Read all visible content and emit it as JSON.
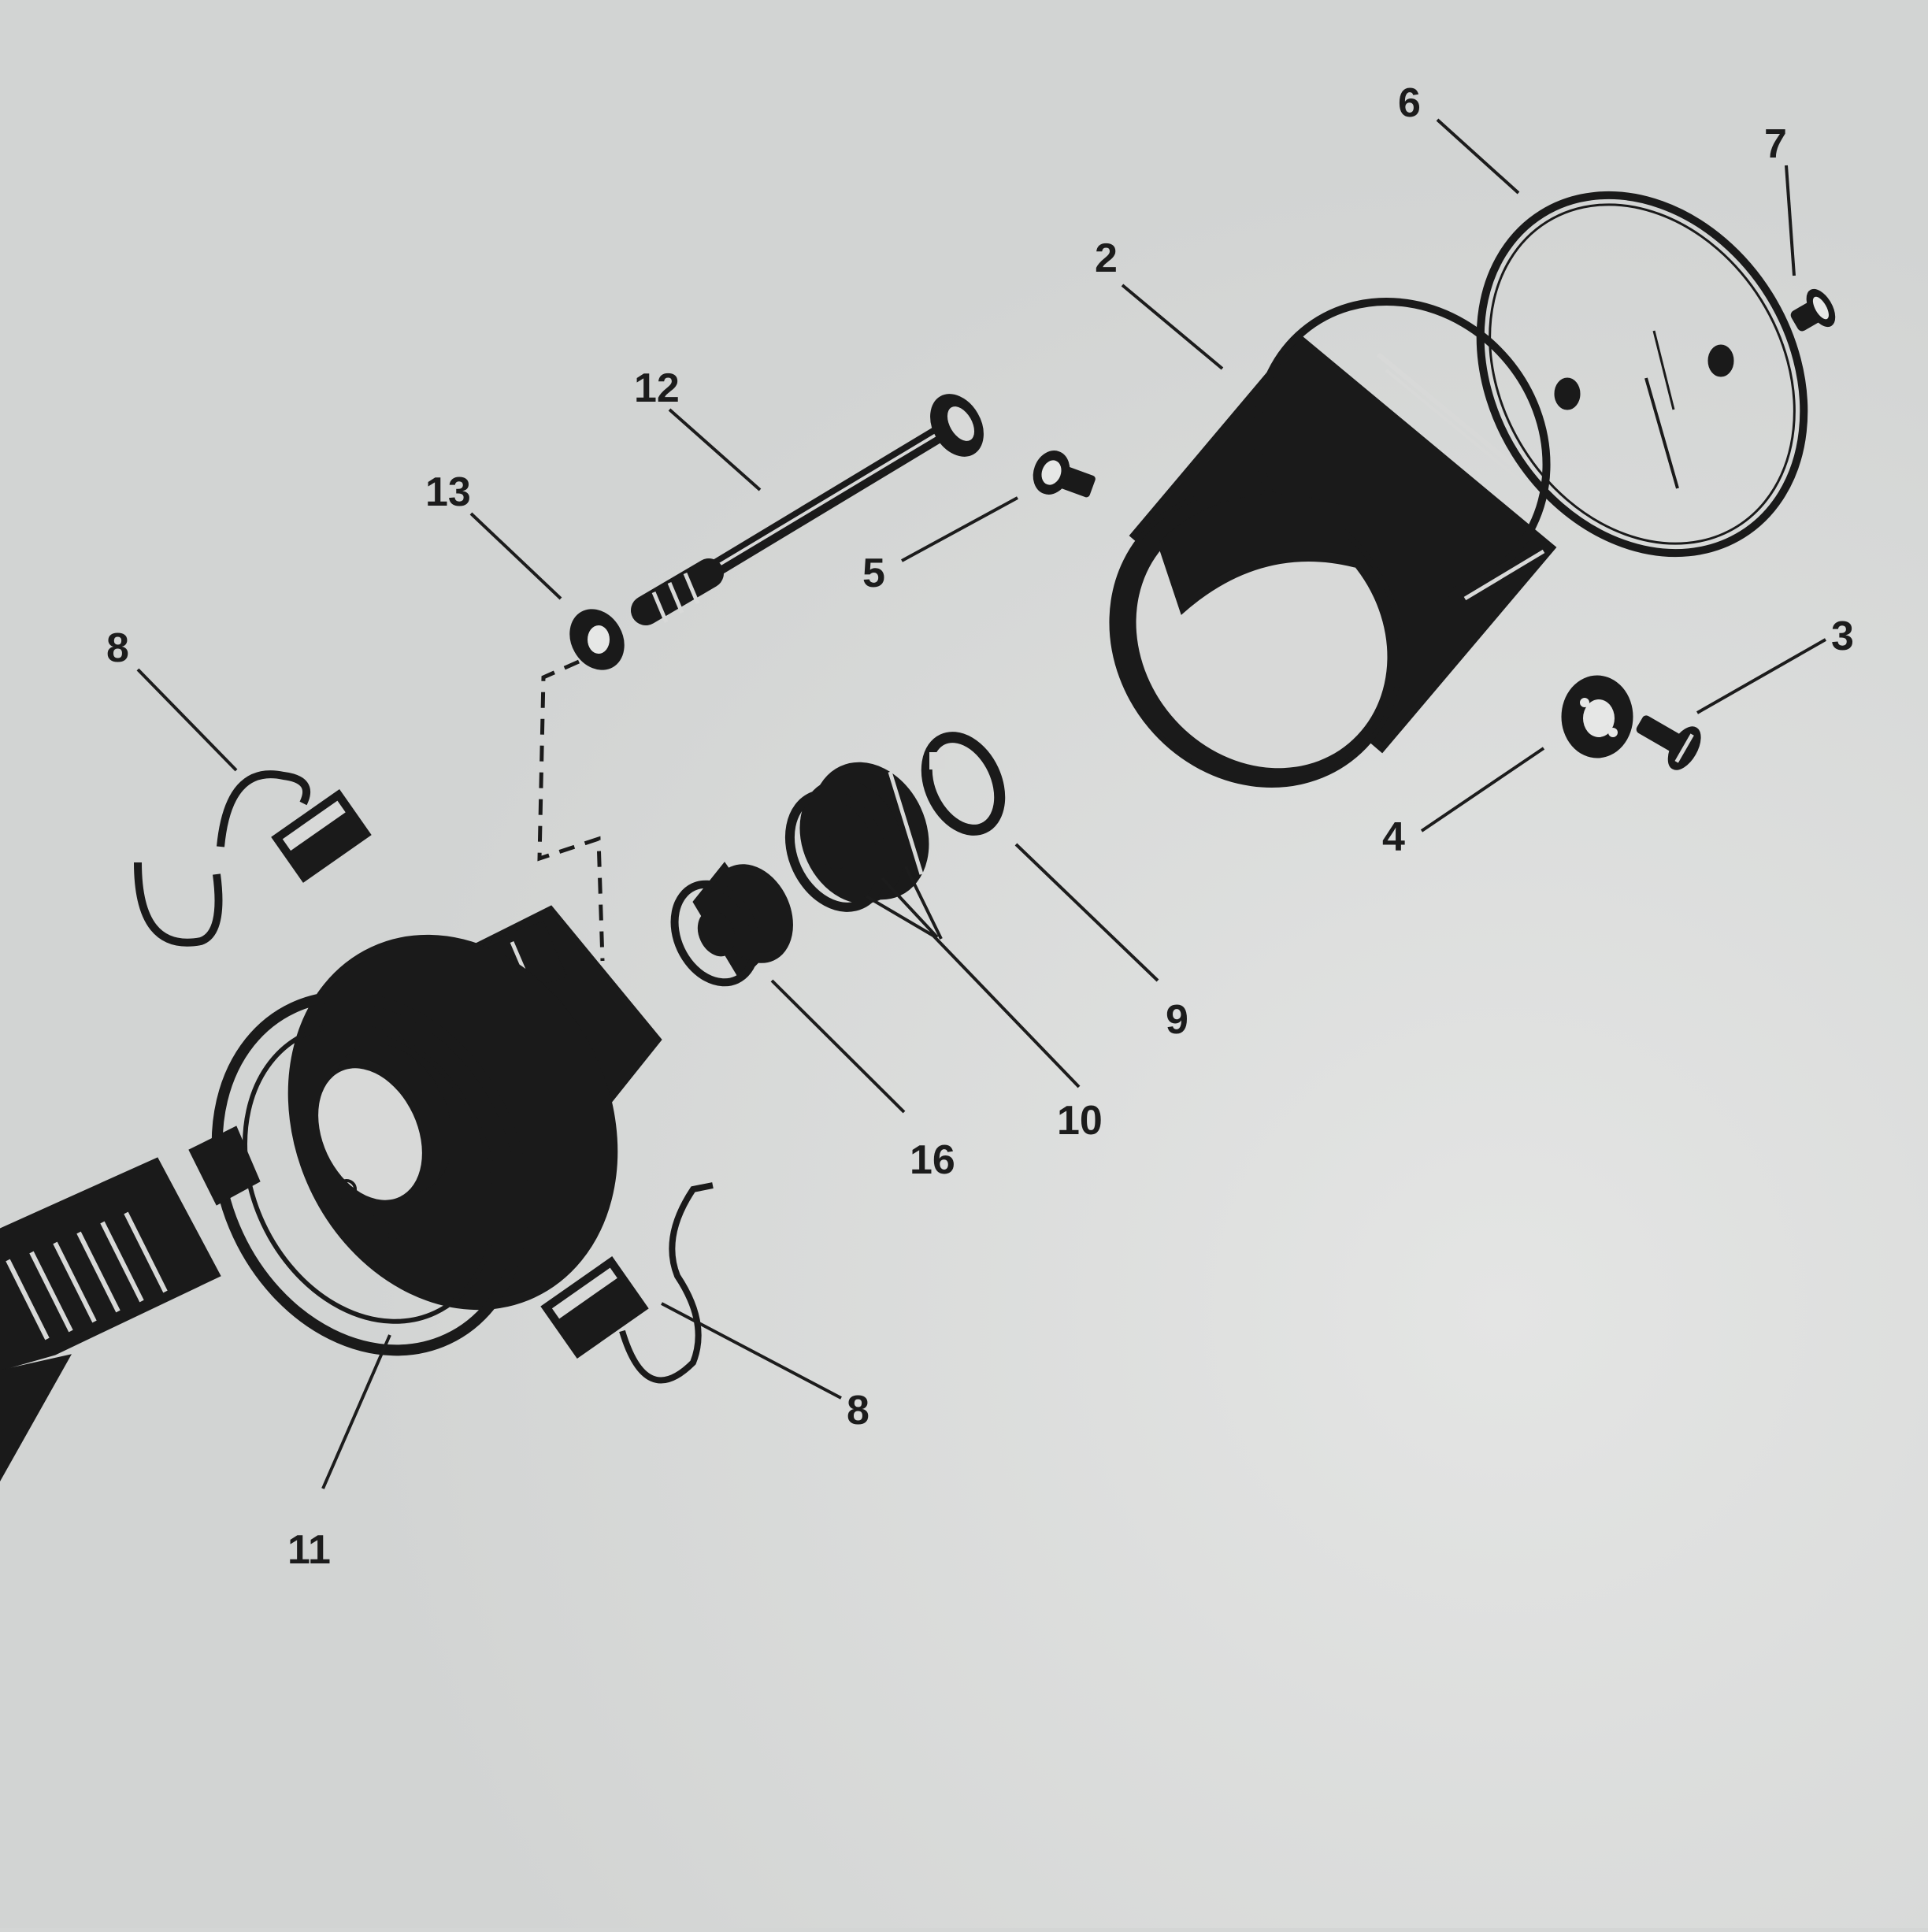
{
  "diagram": {
    "callouts": {
      "p2": "2",
      "p3": "3",
      "p4": "4",
      "p5": "5",
      "p6": "6",
      "p7": "7",
      "p8a": "8",
      "p8b": "8",
      "p9": "9",
      "p10": "10",
      "p11": "11",
      "p12": "12",
      "p13": "13",
      "p16": "16"
    },
    "colors": {
      "ink": "#1a1a1a",
      "paper": "#d4d6d5"
    }
  }
}
